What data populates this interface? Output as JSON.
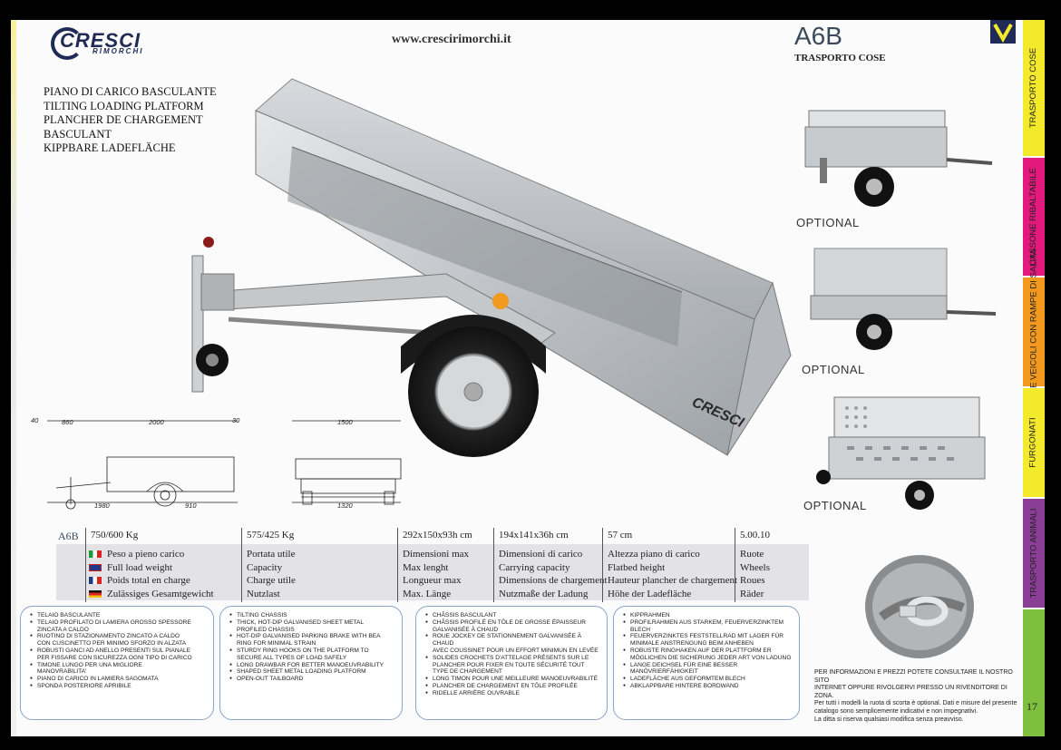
{
  "header": {
    "brand": "CRESCI",
    "brand_sub": "RIMORCHI",
    "url": "www.crescirimorchi.it",
    "model": "A6B",
    "subtitle": "TRASPORTO COSE",
    "badge": "V"
  },
  "side_tabs": [
    {
      "label": "TRASPORTO COSE",
      "color": "#f4ea2b"
    },
    {
      "label": "CASSONE RIBALTABILE",
      "color": "#e3197e"
    },
    {
      "label": "COSE E VEICOLI CON RAMPE DI SALITA",
      "color": "#f39a1e"
    },
    {
      "label": "FURGONATI",
      "color": "#f4ea2b"
    },
    {
      "label": "TRASPORTO ANIMALI",
      "color": "#8b3e96"
    },
    {
      "label": "",
      "color": "#7fbf3f"
    }
  ],
  "headline": [
    "PIANO DI CARICO BASCULANTE",
    "TILTING LOADING PLATFORM",
    "PLANCHER DE CHARGEMENT",
    "BASCULANT",
    "KIPPBARE LADEFLÄCHE"
  ],
  "drawing": {
    "side_dims": {
      "front": "40",
      "overhang": "860",
      "length": "2000",
      "rear": "30",
      "total": "1980",
      "body": "910"
    },
    "front_dims": {
      "top": "1500",
      "bottom": "1320"
    }
  },
  "optionals": [
    "OPTIONAL",
    "OPTIONAL",
    "OPTIONAL"
  ],
  "spec": {
    "model": "A6B",
    "columns": [
      {
        "value": "750/600 Kg",
        "labels": [
          "Peso a pieno carico",
          "Full load weight",
          "Poids total en charge",
          "Zulässiges Gesamtgewicht"
        ]
      },
      {
        "value": "575/425 Kg",
        "labels": [
          "Portata utile",
          "Capacity",
          "Charge utile",
          "Nutzlast"
        ]
      },
      {
        "value": "292x150x93h cm",
        "labels": [
          "Dimensioni max",
          "Max lenght",
          "Longueur max",
          "Max. Länge"
        ]
      },
      {
        "value": "194x141x36h cm",
        "labels": [
          "Dimensioni di carico",
          "Carrying capacity",
          "Dimensions de chargement",
          "Nutzmaße der Ladung"
        ]
      },
      {
        "value": "57 cm",
        "labels": [
          "Altezza piano di carico",
          "Flatbed height",
          "Hauteur plancher de chargement",
          "Höhe der Ladefläche"
        ]
      },
      {
        "value": "5.00.10",
        "labels": [
          "Ruote",
          "Wheels",
          "Roues",
          "Räder"
        ]
      }
    ]
  },
  "features": [
    [
      {
        "t": "TELAIO BASCULANTE",
        "b": true
      },
      {
        "t": "TELAIO PROFILATO DI LAMIERA GROSSO SPESSORE",
        "b": true
      },
      {
        "t": "ZINCATA A CALDO",
        "b": false
      },
      {
        "t": "RUOTINO DI STAZIONAMENTO ZINCATO A CALDO",
        "b": true
      },
      {
        "t": "CON CUSCINETTO PER MINIMO SFORZO IN ALZATA",
        "b": false
      },
      {
        "t": "ROBUSTI GANCI AD ANELLO PRESENTI SUL PIANALE",
        "b": true
      },
      {
        "t": "PER FISSARE CON SICUREZZA OGNI TIPO DI CARICO",
        "b": false
      },
      {
        "t": "TIMONE LUNGO PER UNA MIGLIORE",
        "b": true
      },
      {
        "t": "MANOVRABILITA'",
        "b": false
      },
      {
        "t": "PIANO DI CARICO IN LAMIERA SAGOMATA",
        "b": true
      },
      {
        "t": "SPONDA POSTERIORE APRIBILE",
        "b": true
      }
    ],
    [
      {
        "t": "TILTING CHASSIS",
        "b": true
      },
      {
        "t": "THICK, HOT-DIP GALVANISED SHEET METAL",
        "b": true
      },
      {
        "t": "PROFILED CHASSIS",
        "b": false
      },
      {
        "t": "HOT-DIP GALVANISED PARKING BRAKE WITH BEA",
        "b": true
      },
      {
        "t": "RING FOR MINIMAL STRAIN",
        "b": false
      },
      {
        "t": "STURDY RING HOOKS ON THE PLATFORM TO",
        "b": true
      },
      {
        "t": "SECURE ALL TYPES OF LOAD SAFELY",
        "b": false
      },
      {
        "t": "LONG DRAWBAR FOR BETTER MANOEUVRABILITY",
        "b": true
      },
      {
        "t": "SHAPED SHEET METAL LOADING PLATFORM",
        "b": true
      },
      {
        "t": "OPEN-OUT TAILBOARD",
        "b": true
      }
    ],
    [
      {
        "t": "CHÂSSIS BASCULANT",
        "b": true
      },
      {
        "t": "CHÂSSIS PROFILÉ EN TÔLE DE GROSSE ÉPAISSEUR",
        "b": true
      },
      {
        "t": "GALVANISÉE À CHAUD",
        "b": false
      },
      {
        "t": "ROUE JOCKEY DE STATIONNEMENT GALVANISÉE À CHAUD",
        "b": true
      },
      {
        "t": "AVEC COUSSINET POUR UN EFFORT MINIMUN EN LEVÉE",
        "b": false
      },
      {
        "t": "SOLIDES CROCHETS D'ATTELAGE PRÉSENTS SUR LE",
        "b": true
      },
      {
        "t": "PLANCHER POUR FIXER EN TOUTE SÉCURITÉ TOUT",
        "b": false
      },
      {
        "t": "TYPE DE CHARGEMENT",
        "b": false
      },
      {
        "t": "LONG TIMON POUR UNE MEILLEURE MANOEUVRABILITÉ",
        "b": true
      },
      {
        "t": "PLANCHER DE CHARGEMENT EN TÔLE PROFILÉE",
        "b": true
      },
      {
        "t": "RIDELLE ARRIÈRE OUVRABLE",
        "b": true
      }
    ],
    [
      {
        "t": "KIPPRAHMEN",
        "b": true
      },
      {
        "t": "PROFILRAHMEN AUS STARKEM, FEUERVERZINKTEM",
        "b": true
      },
      {
        "t": "BLECH",
        "b": false
      },
      {
        "t": "FEUERVERZINKTES FESTSTELLRAD MIT LAGER FÜR",
        "b": true
      },
      {
        "t": "MINIMALE ANSTRENGUNG BEIM ANHEBEN",
        "b": false
      },
      {
        "t": "ROBUSTE RINGHAKEN AUF DER PLATTFORM ER",
        "b": true
      },
      {
        "t": "MÖGLICHEN DIE SICHERUNG JEDER ART VON LADUNG",
        "b": false
      },
      {
        "t": "LANGE DEICHSEL FÜR EINE BESSER",
        "b": true
      },
      {
        "t": "MANÖVRIERFÄHIGKEIT",
        "b": false
      },
      {
        "t": "LADEFLÄCHE AUS GEFORMTEM BLECH",
        "b": true
      },
      {
        "t": "ABKLAPPBARE HINTERE BORDWAND",
        "b": true
      }
    ]
  ],
  "info": {
    "line1": "PER INFORMAZIONI E PREZZI POTETE CONSULTARE IL NOSTRO SITO",
    "line2": "INTERNET OPPURE RIVOLGERVI PRESSO UN RIVENDITORE DI ZONA.",
    "line3": "Per tutti i modelli la ruota di scorta è optional. Dati e misure del presente",
    "line4": "catalogo sono semplicemente indicativi e non impegnativi.",
    "line5": "La ditta si riserva qualsiasi modifica senza preavviso."
  },
  "page_number": "17"
}
